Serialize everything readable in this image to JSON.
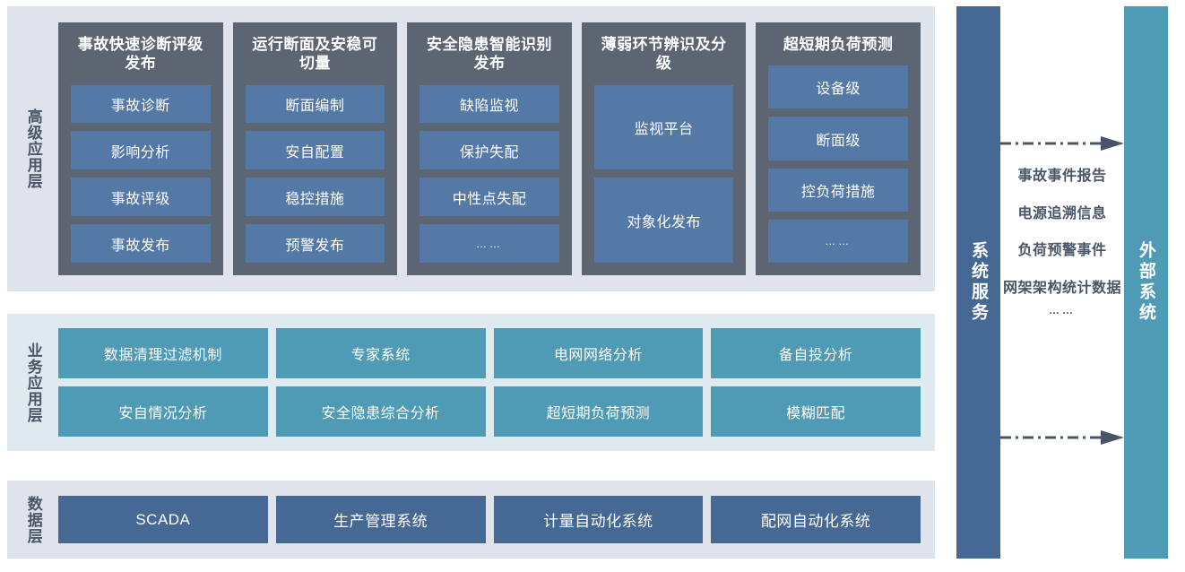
{
  "layers": {
    "advanced": {
      "label": "高级应用层",
      "columns": [
        {
          "title": "事故快速诊断评级发布",
          "items": [
            "事故诊断",
            "影响分析",
            "事故评级",
            "事故发布"
          ]
        },
        {
          "title": "运行断面及安稳可切量",
          "items": [
            "断面编制",
            "安自配置",
            "稳控措施",
            "预警发布"
          ]
        },
        {
          "title": "安全隐患智能识别发布",
          "items": [
            "缺陷监视",
            "保护失配",
            "中性点失配",
            "……"
          ]
        },
        {
          "title": "薄弱环节辨识及分级",
          "items": [
            "监视平台",
            "对象化发布"
          ]
        },
        {
          "title": "超短期负荷预测",
          "items": [
            "设备级",
            "断面级",
            "控负荷措施",
            "……"
          ]
        }
      ]
    },
    "business": {
      "label": "业务应用层",
      "rows": [
        [
          "数据清理过滤机制",
          "专家系统",
          "电网网络分析",
          "备自投分析"
        ],
        [
          "安自情况分析",
          "安全隐患综合分析",
          "超短期负荷预测",
          "模糊匹配"
        ]
      ]
    },
    "data": {
      "label": "数据层",
      "items": [
        "SCADA",
        "生产管理系统",
        "计量自动化系统",
        "配网自动化系统"
      ]
    }
  },
  "pillars": {
    "service": "系统服务",
    "external": "外部系统"
  },
  "flow": {
    "labels": [
      "事故事件报告",
      "电源追溯信息",
      "负荷预警事件",
      "网架架构统计数据"
    ],
    "dots": "……",
    "arrow_top_name": "dashed-arrow-right",
    "arrow_bottom_name": "dashed-arrow-right"
  },
  "colors": {
    "band_gray": "#dee3ec",
    "band_blue": "#dfeaf0",
    "column_dark": "#5d6573",
    "item_blue": "#5579a6",
    "business_teal": "#4f9bb5",
    "data_navy": "#456894",
    "arrow": "#4a5568"
  }
}
